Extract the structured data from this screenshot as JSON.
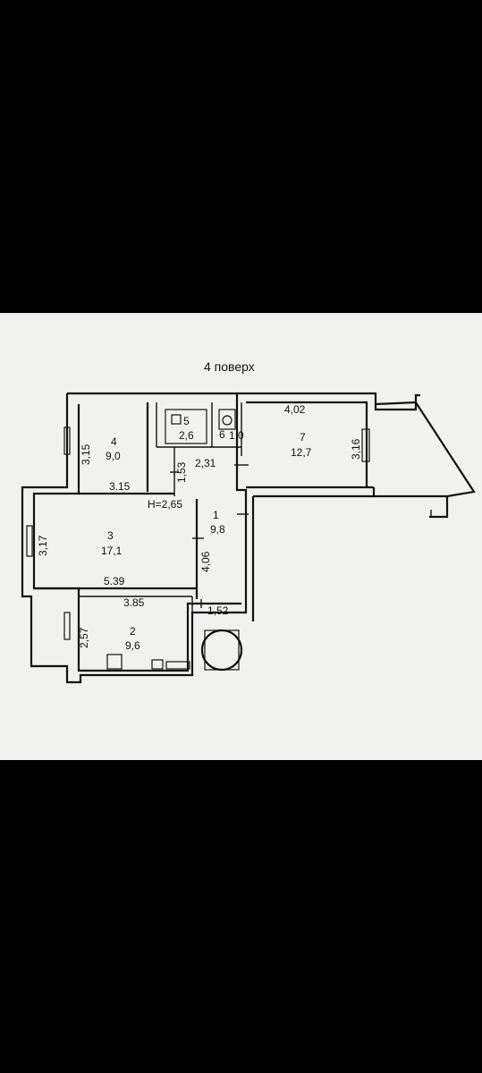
{
  "floor_title": "4 поверх",
  "ceiling_height": "H=2,65",
  "rooms": [
    {
      "number": "1",
      "area": "9,8"
    },
    {
      "number": "2",
      "area": "9,6"
    },
    {
      "number": "3",
      "area": "17,1"
    },
    {
      "number": "4",
      "area": "9,0"
    },
    {
      "number": "5",
      "area": "2,6"
    },
    {
      "number": "6",
      "area": "1,0"
    },
    {
      "number": "7",
      "area": "12,7"
    }
  ],
  "dimensions": [
    "4,02",
    "3,15",
    "3.15",
    "1,53",
    "2,31",
    "3,16",
    "3,17",
    "5.39",
    "4,06",
    "3.85",
    "1,52",
    "2,57"
  ]
}
